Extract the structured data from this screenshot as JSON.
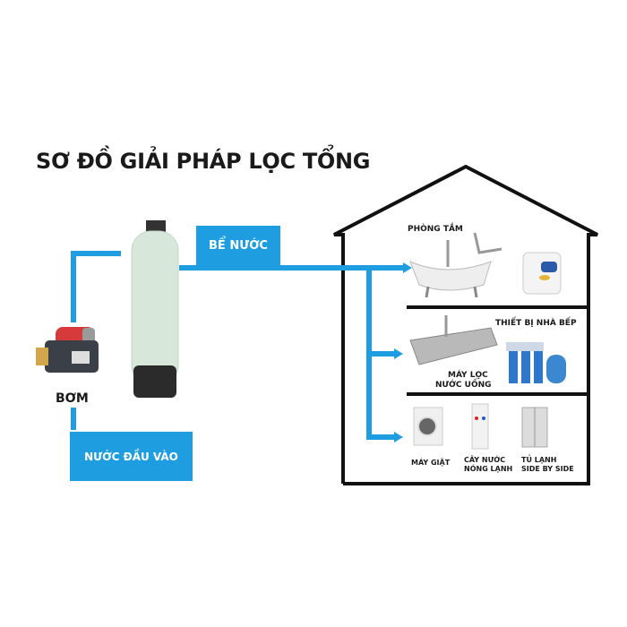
{
  "title": "SƠ ĐỒ GIẢI PHÁP LỌC TỔNG",
  "colors": {
    "pipe": "#1e9ee0",
    "house_outline": "#111111",
    "box_text": "#ffffff"
  },
  "nodes": {
    "water_tank": {
      "label": "BỂ NƯỚC"
    },
    "inlet": {
      "label": "NƯỚC ĐẦU VÀO"
    },
    "pump": {
      "label": "BƠM",
      "icon": "water-pump-icon"
    },
    "filter": {
      "icon": "filter-tank-icon"
    }
  },
  "house": {
    "rooms": [
      {
        "name": "bathroom",
        "label": "PHÒNG TẮM",
        "items": [
          "bathtub-icon",
          "shower-icon",
          "water-heater-icon"
        ]
      },
      {
        "name": "kitchen",
        "label": "THIẾT BỊ NHÀ BẾP",
        "sub_label_1": "MÁY LỌC",
        "sub_label_2": "NƯỚC UỐNG",
        "items": [
          "sink-icon",
          "ro-purifier-icon"
        ]
      },
      {
        "name": "appliances",
        "items": [
          {
            "label_1": "MÁY GIẶT",
            "label_2": "",
            "icon": "washing-machine-icon"
          },
          {
            "label_1": "CÂY NƯỚC",
            "label_2": "NÓNG LẠNH",
            "icon": "water-dispenser-icon"
          },
          {
            "label_1": "TỦ LẠNH",
            "label_2": "SIDE BY SIDE",
            "icon": "refrigerator-icon"
          }
        ]
      }
    ]
  }
}
